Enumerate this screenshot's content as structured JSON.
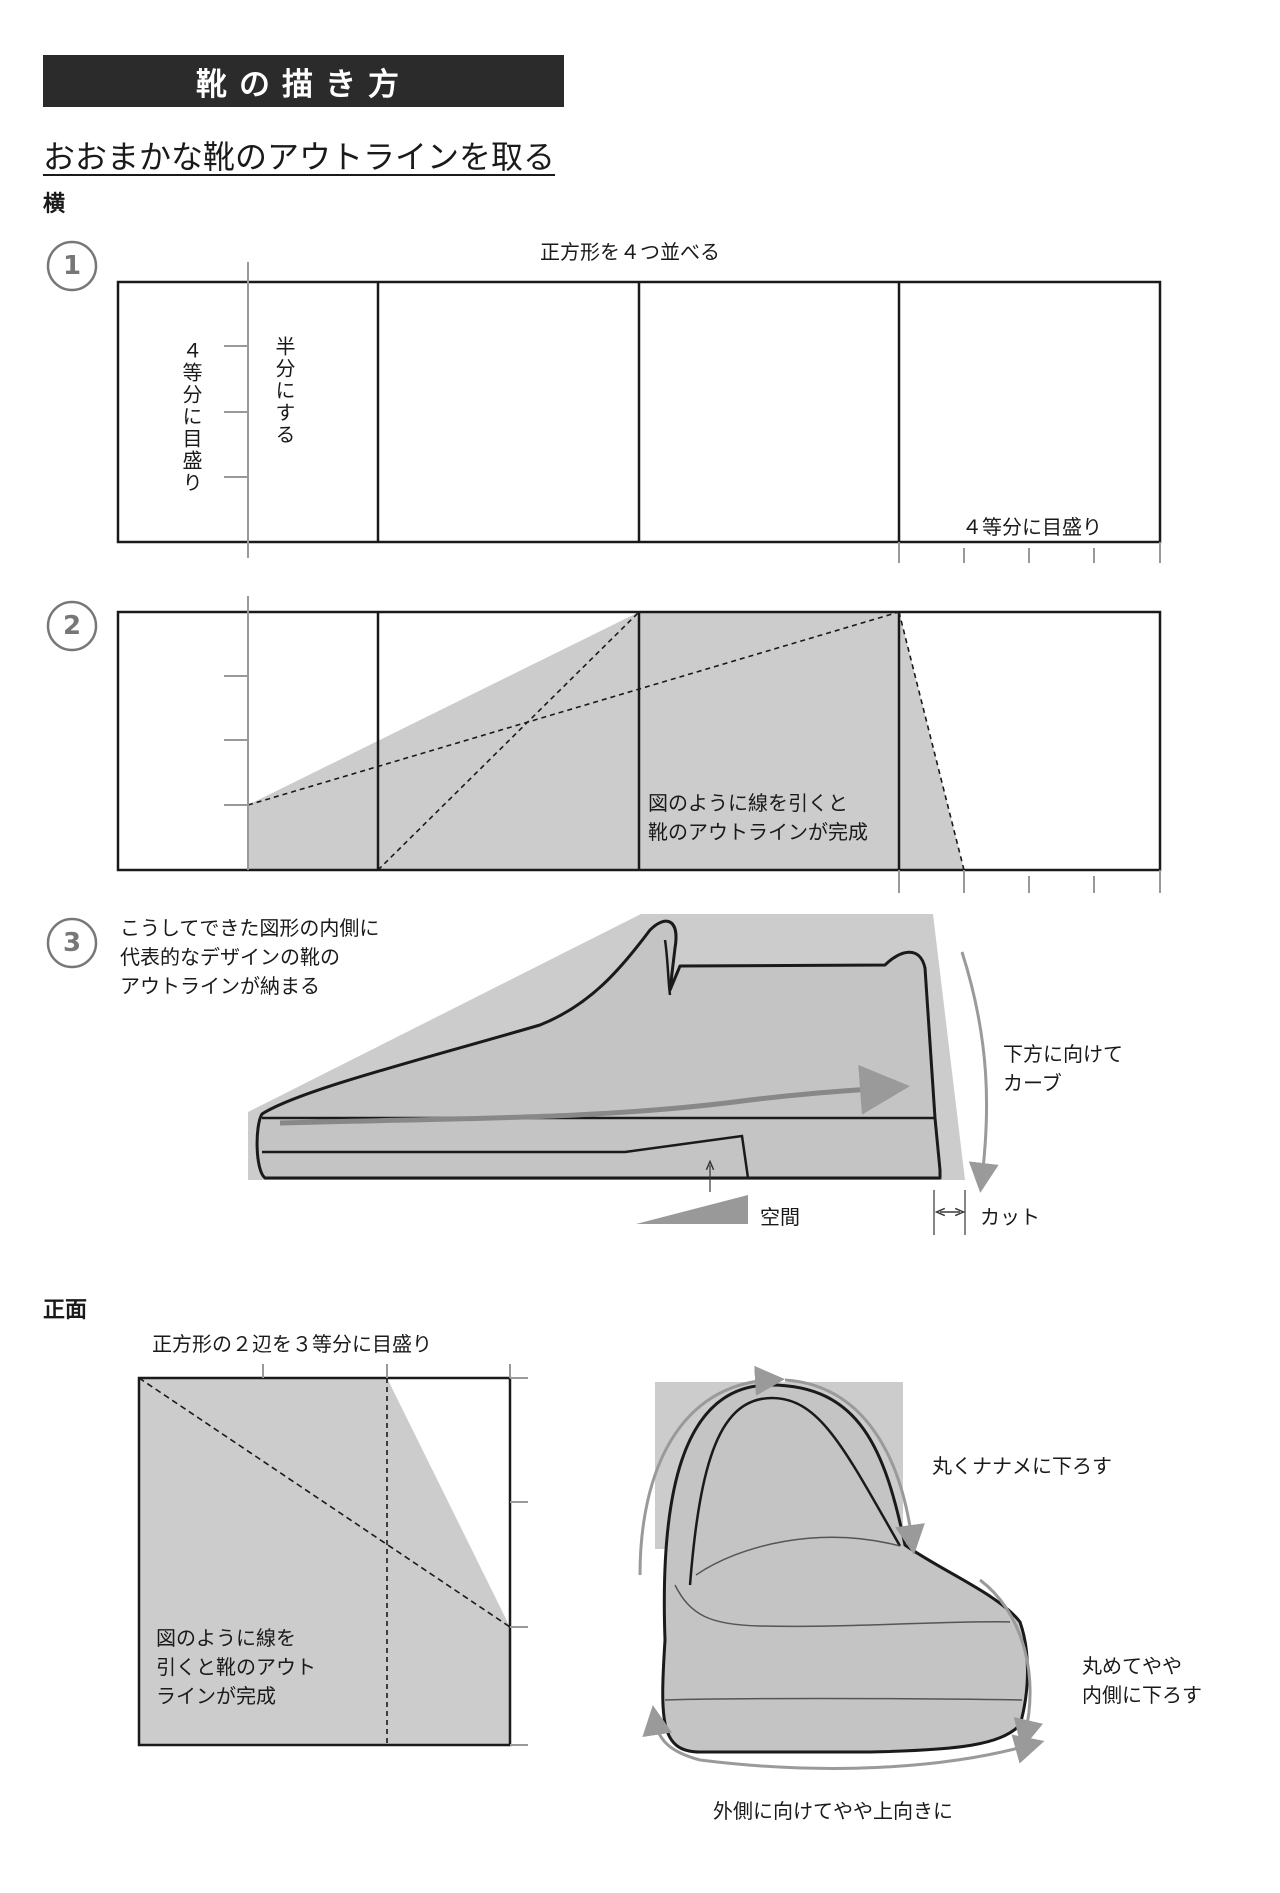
{
  "page": {
    "title": "靴の描き方",
    "heading": "おおまかな靴のアウトラインを取る"
  },
  "side": {
    "label": "横",
    "step1": {
      "number": "1",
      "caption": "正方形を４つ並べる",
      "vlabel_left": "４等分に目盛り",
      "vlabel_right": "半分にする",
      "bottom_label": "４等分に目盛り"
    },
    "step2": {
      "number": "2",
      "caption_line1": "図のように線を引くと",
      "caption_line2": "靴のアウトラインが完成"
    },
    "step3": {
      "number": "3",
      "caption_line1": "こうしてできた図形の内側に",
      "caption_line2": "代表的なデザインの靴の",
      "caption_line3": "アウトラインが納まる",
      "curve_line1": "下方に向けて",
      "curve_line2": "カーブ",
      "gap_label": "空間",
      "cut_label": "カット"
    }
  },
  "front": {
    "label": "正面",
    "caption": "正方形の２辺を３等分に目盛り",
    "inner_line1": "図のように線を",
    "inner_line2": "引くと靴のアウト",
    "inner_line3": "ラインが完成",
    "note_round_diag": "丸くナナメに下ろす",
    "note_inner_line1": "丸めてやや",
    "note_inner_line2": "内側に下ろす",
    "note_bottom": "外側に向けてやや上向きに"
  },
  "colors": {
    "shade": "#cccccc",
    "line": "#1a1a1a",
    "arrow": "#9a9a9a",
    "banner": "#2b2b2b"
  }
}
